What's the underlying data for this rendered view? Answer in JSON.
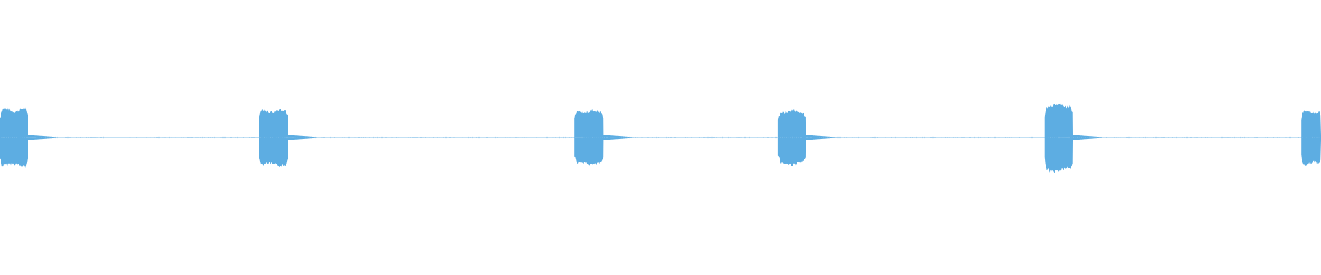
{
  "waveform": {
    "color": "#5dade2",
    "baseline_color": "#85c1e9",
    "duration_fraction_markers": "",
    "bursts": [
      {
        "start": 0.0,
        "end": 0.021,
        "level": 0.5,
        "tail": 0.022
      },
      {
        "start": 0.196,
        "end": 0.218,
        "level": 0.49,
        "tail": 0.022
      },
      {
        "start": 0.435,
        "end": 0.457,
        "level": 0.47,
        "tail": 0.022
      },
      {
        "start": 0.589,
        "end": 0.61,
        "level": 0.47,
        "tail": 0.022
      },
      {
        "start": 0.791,
        "end": 0.812,
        "level": 0.59,
        "tail": 0.022
      },
      {
        "start": 0.985,
        "end": 1.0,
        "level": 0.47,
        "tail": 0.0
      }
    ],
    "noise_level": 0.01
  }
}
